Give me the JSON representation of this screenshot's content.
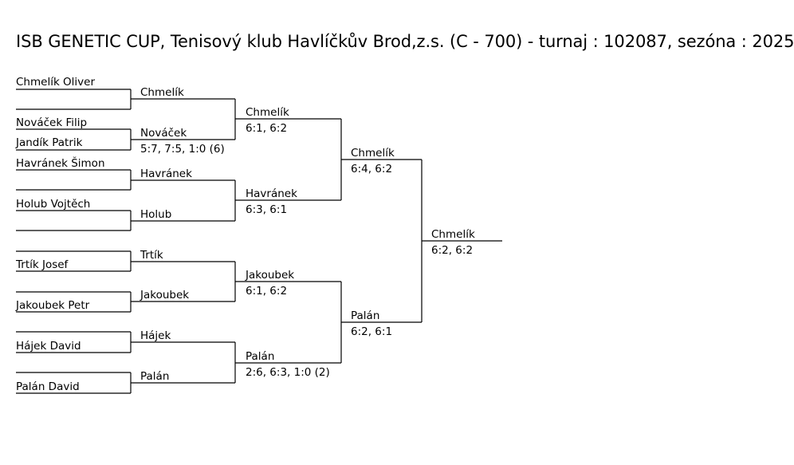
{
  "title": "ISB GENETIC CUP, Tenisový klub Havlíčkův Brod,z.s. (C - 700) - turnaj : 102087, sezóna : 2025",
  "round1": [
    {
      "top": "Chmelík Oliver",
      "bottom": ""
    },
    {
      "top": "Nováček Filip",
      "bottom": "Jandík Patrik"
    },
    {
      "top": "Havránek Šimon",
      "bottom": ""
    },
    {
      "top": "Holub Vojtěch",
      "bottom": ""
    },
    {
      "top": "",
      "bottom": "Trtík Josef"
    },
    {
      "top": "",
      "bottom": "Jakoubek Petr"
    },
    {
      "top": "",
      "bottom": "Hájek David"
    },
    {
      "top": "",
      "bottom": "Palán David"
    }
  ],
  "round2": [
    {
      "name": "Chmelík",
      "score": ""
    },
    {
      "name": "Nováček",
      "score": "5:7, 7:5, 1:0 (6)"
    },
    {
      "name": "Havránek",
      "score": ""
    },
    {
      "name": "Holub",
      "score": ""
    },
    {
      "name": "Trtík",
      "score": ""
    },
    {
      "name": "Jakoubek",
      "score": ""
    },
    {
      "name": "Hájek",
      "score": ""
    },
    {
      "name": "Palán",
      "score": ""
    }
  ],
  "round3": [
    {
      "name": "Chmelík",
      "score": "6:1, 6:2"
    },
    {
      "name": "Havránek",
      "score": "6:3, 6:1"
    },
    {
      "name": "Jakoubek",
      "score": "6:1, 6:2"
    },
    {
      "name": "Palán",
      "score": "2:6, 6:3, 1:0 (2)"
    }
  ],
  "round4": [
    {
      "name": "Chmelík",
      "score": "6:4, 6:2"
    },
    {
      "name": "Palán",
      "score": "6:2, 6:1"
    }
  ],
  "final": {
    "name": "Chmelík",
    "score": "6:2, 6:2"
  }
}
